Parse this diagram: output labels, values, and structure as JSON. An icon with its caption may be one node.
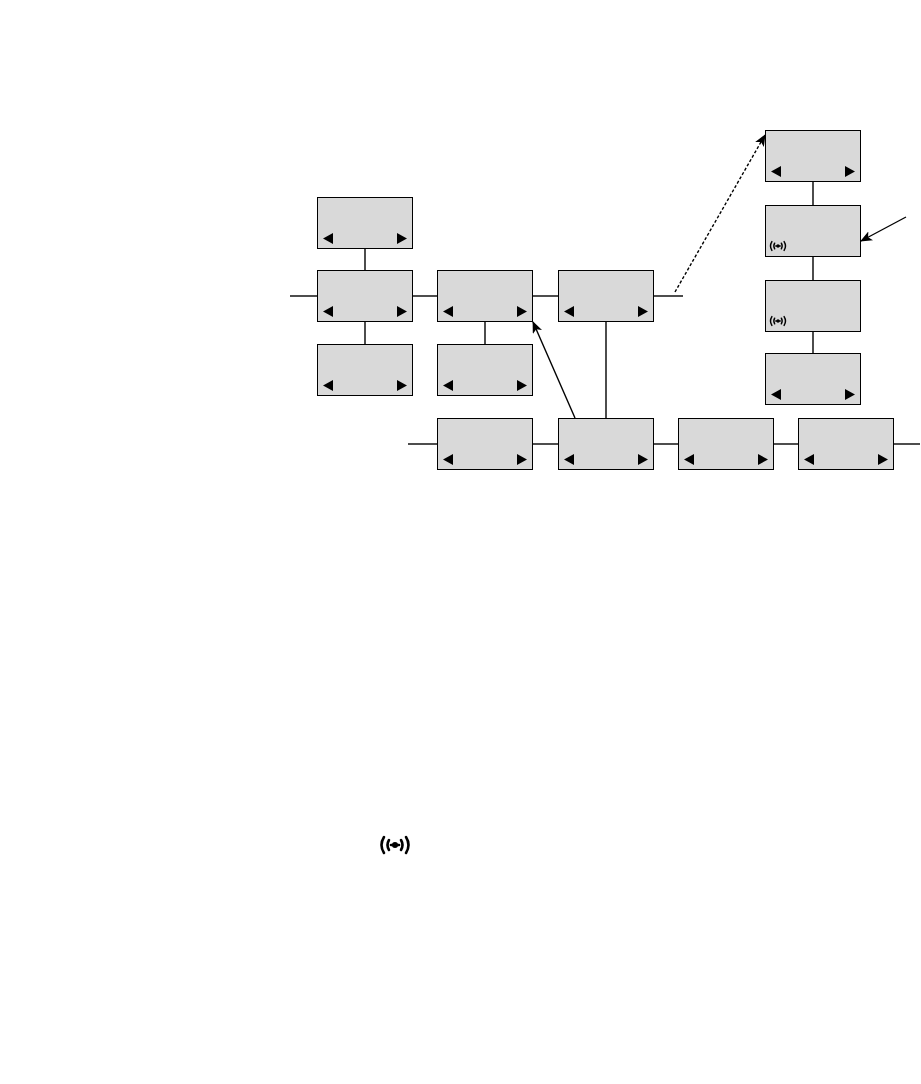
{
  "diagram": {
    "nodes": [
      {
        "text": [],
        "shape": "box"
      },
      {
        "text": [],
        "shape": "box"
      },
      {
        "text": [],
        "shape": "box"
      },
      {
        "text": [],
        "shape": "box"
      },
      {
        "text": [],
        "shape": "box"
      },
      {
        "text": [],
        "shape": "box"
      },
      {
        "text": [],
        "shape": "box"
      },
      {
        "text": [],
        "shape": "box"
      },
      {
        "text": [],
        "shape": "box"
      },
      {
        "text": [],
        "shape": "box"
      },
      {
        "text": [],
        "shape": "box"
      },
      {
        "text": [],
        "shape": "box"
      },
      {
        "text": [],
        "shape": "box"
      },
      {
        "text": [],
        "shape": "box"
      }
    ],
    "edges": [
      {
        "from": 1,
        "to": 3,
        "arrow": "none"
      },
      {
        "from": null,
        "to": 3,
        "arrow": "none"
      },
      {
        "from": 3,
        "to": 7,
        "arrow": "none"
      },
      {
        "from": 3,
        "to": 4,
        "arrow": "none"
      },
      {
        "from": 4,
        "to": 8,
        "arrow": "none"
      },
      {
        "from": 4,
        "to": 5,
        "arrow": "none"
      },
      {
        "from": 5,
        "to": null,
        "arrow": "none"
      },
      {
        "from": 5,
        "to": 11,
        "arrow": "none"
      },
      {
        "from": 11,
        "to": 4,
        "arrow": "to"
      },
      {
        "from": null,
        "to": 0,
        "arrow": "to",
        "style": "dashed"
      },
      {
        "from": 0,
        "to": 2,
        "arrow": "none"
      },
      {
        "from": null,
        "to": 2,
        "arrow": "to"
      },
      {
        "from": 2,
        "to": 6,
        "arrow": "none"
      },
      {
        "from": 6,
        "to": 9,
        "arrow": "none"
      },
      {
        "from": null,
        "to": 10,
        "arrow": "none"
      },
      {
        "from": 10,
        "to": 11,
        "arrow": "none"
      },
      {
        "from": 11,
        "to": 12,
        "arrow": "none"
      },
      {
        "from": 12,
        "to": 13,
        "arrow": "none"
      },
      {
        "from": 13,
        "to": null,
        "arrow": "none"
      }
    ]
  }
}
